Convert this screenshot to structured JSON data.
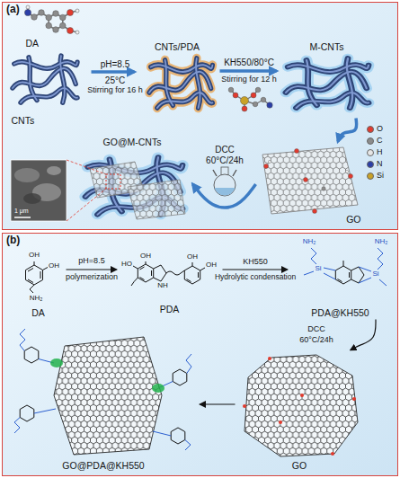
{
  "diagram": {
    "nodes": [
      {
        "text": [
          "(a)"
        ]
      },
      {
        "text": [
          "DA"
        ],
        "in": 0
      },
      {
        "text": [
          "CNTs"
        ],
        "in": 0
      },
      {
        "text": [
          "CNTs/PDA"
        ],
        "in": 0
      },
      {
        "text": [
          "M-CNTs"
        ],
        "in": 0
      },
      {
        "text": [
          "GO"
        ],
        "in": 0
      },
      {
        "text": [
          "GO@M-CNTs"
        ],
        "in": 0
      },
      {
        "text": [
          "(b)"
        ]
      },
      {
        "text": [
          "DA"
        ],
        "in": 7
      },
      {
        "text": [
          "PDA"
        ],
        "in": 7
      },
      {
        "text": [
          "PDA@KH550"
        ],
        "in": 7
      },
      {
        "text": [
          "GO"
        ],
        "in": 7
      },
      {
        "text": [
          "GO@PDA@KH550"
        ],
        "in": 7
      }
    ],
    "edges": [
      {
        "from": 2,
        "to": 3,
        "arrow": "to"
      },
      {
        "from": 3,
        "to": 4,
        "arrow": "to"
      },
      {
        "from": 4,
        "to": 5,
        "arrow": "to"
      },
      {
        "from": 5,
        "to": 6,
        "arrow": "to"
      },
      {
        "from": 8,
        "to": 9,
        "arrow": "to"
      },
      {
        "from": 9,
        "to": 10,
        "arrow": "to"
      },
      {
        "from": 10,
        "to": 11,
        "arrow": "to"
      },
      {
        "from": 11,
        "to": 12,
        "arrow": "to"
      }
    ],
    "labels": [
      "pH=8.5",
      "25°C",
      "Stirring for 16 h",
      "KH550/80°C",
      "Stirring for 12 h",
      "DCC",
      "60°C/24h",
      "1 μm",
      "OH",
      "OH",
      "NH₂",
      "pH=8.5",
      "polymerization",
      "HO",
      "OH",
      "NH",
      "OH",
      "OH",
      "KH550",
      "Hydrolytic condensation",
      "Si",
      "Si",
      "NH₂",
      "NH₂",
      "DCC",
      "60°C/24h"
    ],
    "legend": [
      {
        "text": "O",
        "color": "#e23a2e"
      },
      {
        "text": "C",
        "color": "#8c8c8c"
      },
      {
        "text": "H",
        "color": "#e6e6e6"
      },
      {
        "text": "N",
        "color": "#2b3fa8"
      },
      {
        "text": "Si",
        "color": "#c9a227"
      }
    ]
  }
}
